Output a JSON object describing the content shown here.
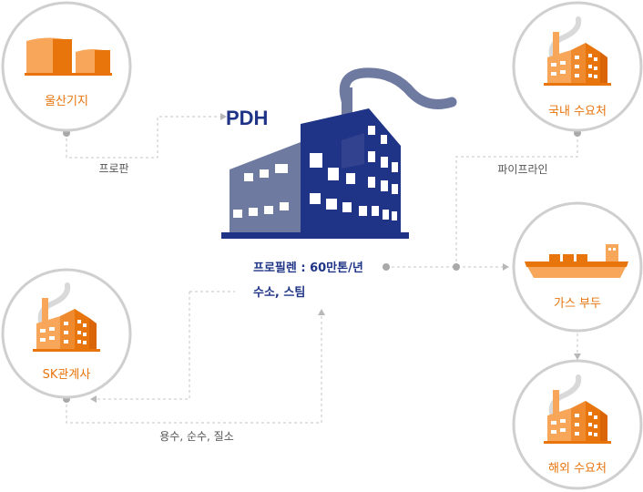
{
  "center": {
    "title": "PDH",
    "line1": "프로필렌 : 60만톤/년",
    "line2": "수소, 스팀"
  },
  "nodes": {
    "ulsan": "울산기지",
    "domestic": "국내 수요처",
    "gas_dock": "가스 부두",
    "overseas": "해외 수요처",
    "sk_affiliates": "SK관계사"
  },
  "edges": {
    "propane": "프로판",
    "pipeline": "파이프라인",
    "utilities": "용수, 순수, 질소"
  },
  "colors": {
    "circle_stroke": "#cfcfcf",
    "connector": "#c4c4c4",
    "dot": "#a9a9a9",
    "orange": "#f7a65a",
    "orange_dark": "#e8740c",
    "navy": "#1f3486",
    "steel": "#6e7aa0"
  }
}
